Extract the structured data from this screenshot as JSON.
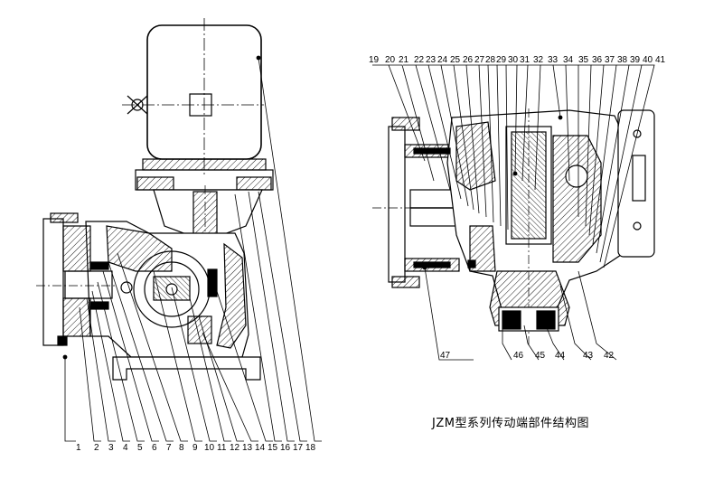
{
  "caption": "JZM型系列传动端部件结构图",
  "left_labels": [
    "1",
    "2",
    "3",
    "4",
    "5",
    "6",
    "7",
    "8",
    "9",
    "10",
    "11",
    "12",
    "13",
    "14",
    "15",
    "16",
    "17",
    "18"
  ],
  "right_top_labels": [
    "19",
    "20",
    "21",
    "22",
    "23",
    "24",
    "25",
    "26",
    "27",
    "28",
    "29",
    "30",
    "31",
    "32",
    "33",
    "34",
    "35",
    "36",
    "37",
    "38",
    "39",
    "40",
    "41"
  ],
  "right_bottom_labels": [
    "47",
    "46",
    "45",
    "44",
    "43",
    "42"
  ]
}
